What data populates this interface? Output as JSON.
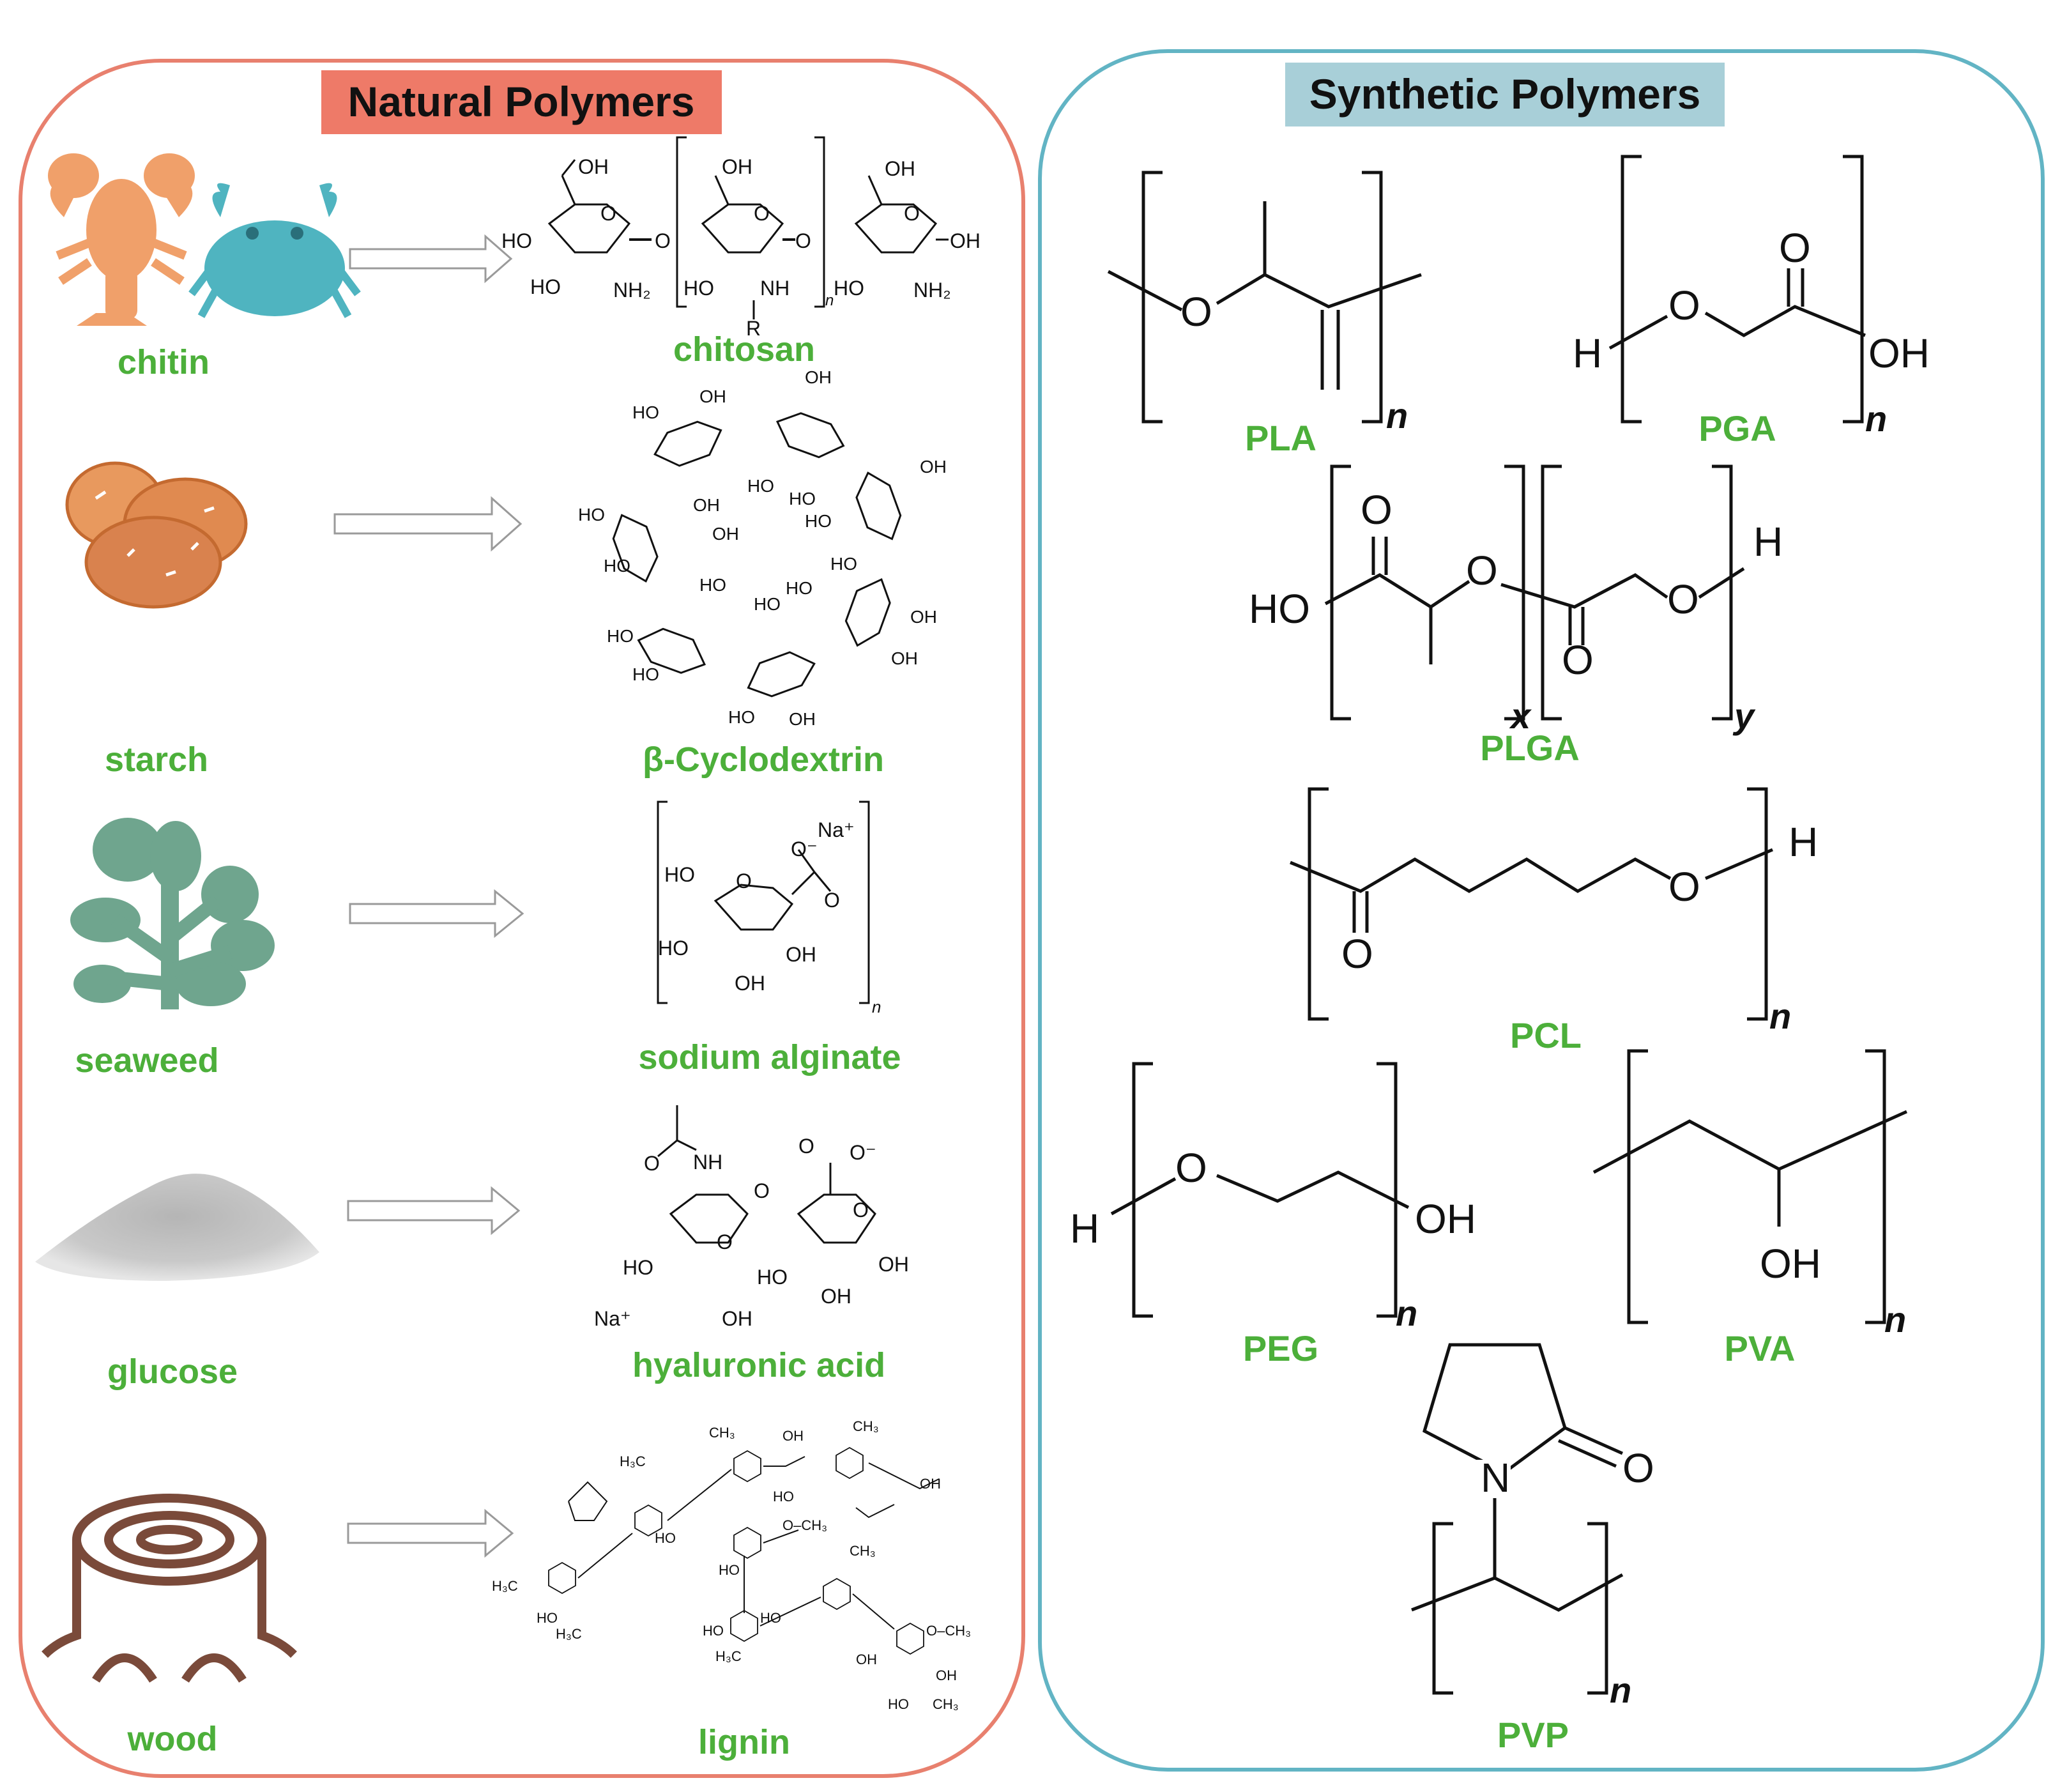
{
  "natural": {
    "title": "Natural Polymers",
    "sources": [
      "chitin",
      "starch",
      "seaweed",
      "glucose",
      "wood"
    ],
    "products": [
      "chitosan",
      "β-Cyclodextrin",
      "sodium alginate",
      "hyaluronic acid",
      "lignin"
    ]
  },
  "synthetic": {
    "title": "Synthetic Polymers",
    "polymers": [
      "PLA",
      "PGA",
      "PLGA",
      "PCL",
      "PEG",
      "PVA",
      "PVP"
    ]
  },
  "chem": {
    "O": "O",
    "OH": "OH",
    "HO": "HO",
    "H": "H",
    "N": "N",
    "n": "n",
    "x": "x",
    "y": "y",
    "R": "R",
    "NH": "NH",
    "NH2": "NH₂",
    "Na_plus": "Na⁺",
    "O_minus": "O⁻",
    "CH3": "CH₃",
    "H3C": "H₃C",
    "O_CH3": "O–CH₃"
  },
  "colors": {
    "natural_border": "#e8806e",
    "natural_title_bg": "#ee7a68",
    "synthetic_border": "#62b4c4",
    "synthetic_title_bg": "#a8cfd8",
    "label_green": "#4caf3a",
    "crab": "#4fb4c0",
    "lobster": "#f0a06a",
    "potato": "#d9824e",
    "seaweed": "#6fa58e",
    "wood": "#7a4a3a"
  }
}
